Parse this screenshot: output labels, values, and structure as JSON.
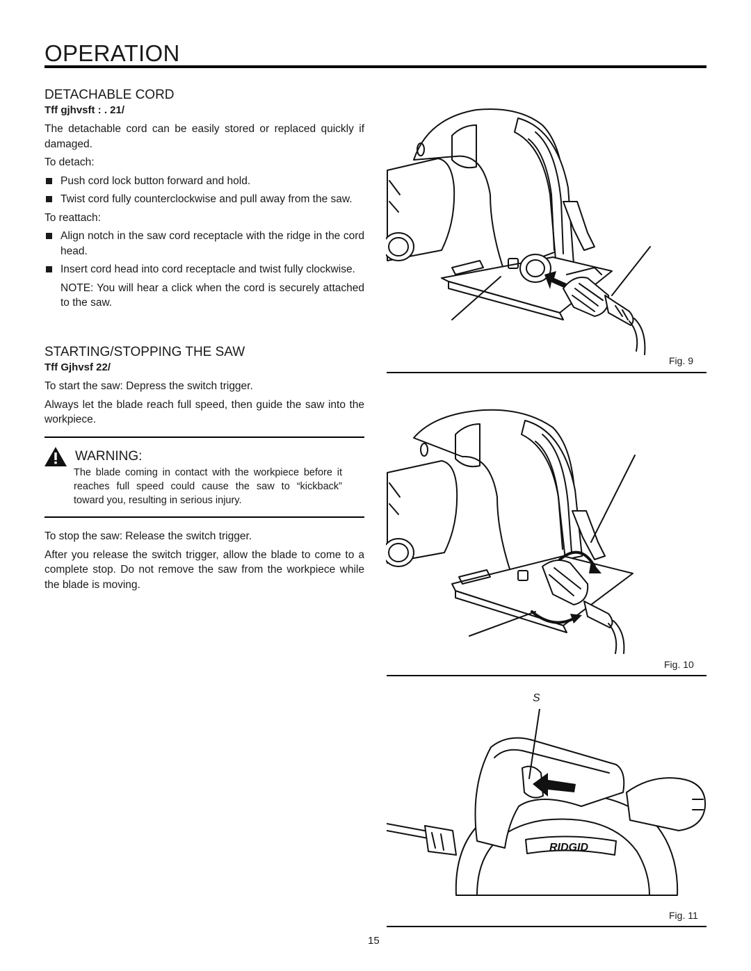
{
  "page": {
    "title": "OPERATION",
    "page_number": "15"
  },
  "detachable_cord": {
    "heading": "DETACHABLE CORD",
    "subref": "Tff   gjhvsft   :   .   21/",
    "intro": "The detachable cord can be easily stored or replaced quickly if damaged.",
    "detach_label": "To detach:",
    "detach_steps": [
      "Push cord lock button forward and hold.",
      "Twist cord fully counterclockwise and pull away from the saw."
    ],
    "reattach_label": "To reattach:",
    "reattach_steps": [
      "Align notch in the saw cord receptacle with the ridge in the cord head.",
      "Insert cord head into cord receptacle and twist fully clockwise."
    ],
    "note": "NOTE: You will hear a click when the cord is securely attached to the saw."
  },
  "starting_stopping": {
    "heading": "STARTING/STOPPING THE SAW",
    "subref": "Tff   Gjhvsf   22/",
    "start_text": "To start the saw:  Depress the switch trigger.",
    "always_text": "Always let the blade reach full speed, then guide the saw into the workpiece."
  },
  "warning": {
    "title": "WARNING:",
    "body": "The blade coming in contact with the workpiece before it reaches full speed could cause the saw to “kickback” toward you, resulting in serious injury."
  },
  "stop": {
    "stop_text": "To stop the saw:  Release the switch trigger.",
    "after_text": "After you release the switch trigger, allow the blade to come to a complete stop. Do not remove the saw from the workpiece while the blade is moving."
  },
  "figures": {
    "fig9": "Fig. 9",
    "fig10": "Fig. 10",
    "fig11": "Fig. 11",
    "fig11_label": "S",
    "brand": "RIDGID"
  },
  "icons": {
    "warning": "warning-triangle-icon"
  }
}
